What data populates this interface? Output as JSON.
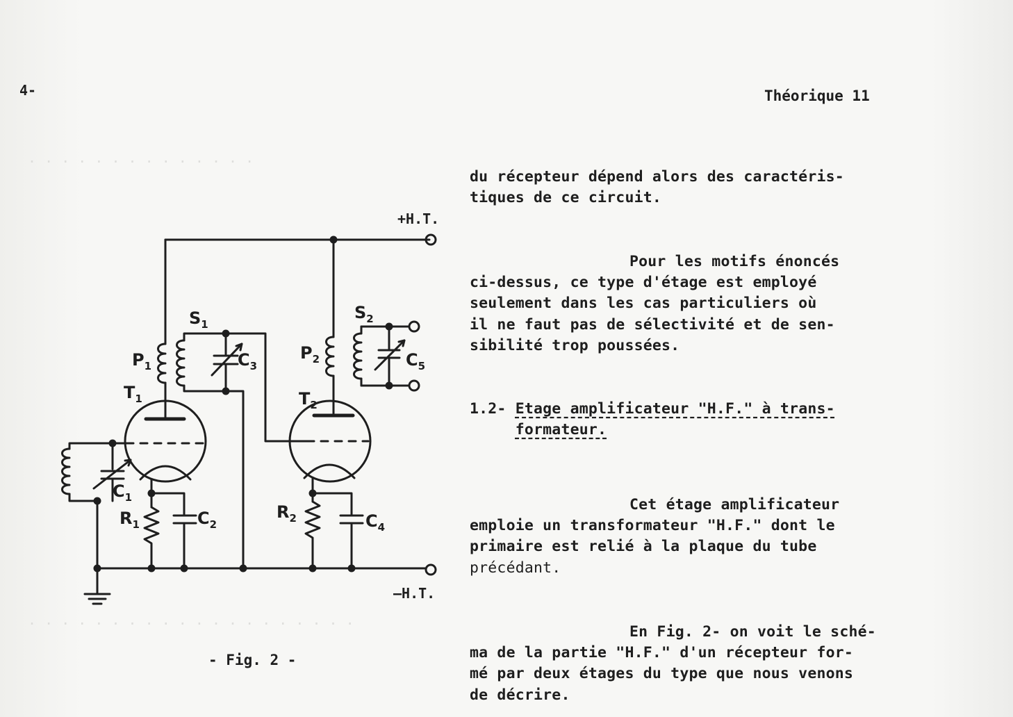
{
  "header": {
    "page_number": "4-",
    "running_head": "Théorique 11"
  },
  "paragraphs": {
    "p1_line1": "du récepteur dépend alors des caractéris-",
    "p1_line2": "tiques de ce circuit.",
    "p2_line1": "Pour les motifs énoncés",
    "p2_line2": "ci-dessus, ce type d'étage est employé",
    "p2_line3": "seulement dans les cas particuliers où",
    "p2_line4": "il ne faut pas de sélectivité et de sen-",
    "p2_line5": "sibilité trop poussées.",
    "section_number": "1.2-",
    "section_title_line1": "Etage amplificateur \"H.F.\" à trans-",
    "section_title_line2": "formateur.",
    "p4_line1": "Cet étage amplificateur",
    "p4_line2": "emploie un transformateur \"H.F.\" dont le",
    "p4_line3": "primaire est relié à la plaque du tube",
    "p4_line4": "précédant.",
    "p5_line1": "En Fig. 2- on voit le sché-",
    "p5_line2": "ma de la partie \"H.F.\" d'un récepteur for-",
    "p5_line3": "mé par deux étages du type que nous venons",
    "p5_line4": "de décrire."
  },
  "figure": {
    "caption": "- Fig. 2 -",
    "labels": {
      "plus_ht": "+H.T.",
      "minus_ht": "—H.T.",
      "S1": "S",
      "S1_sub": "1",
      "S2": "S",
      "S2_sub": "2",
      "P1": "P",
      "P1_sub": "1",
      "P2": "P",
      "P2_sub": "2",
      "T1": "T",
      "T1_sub": "1",
      "T2": "T",
      "T2_sub": "2",
      "C1": "C",
      "C1_sub": "1",
      "C2": "C",
      "C2_sub": "2",
      "C3": "C",
      "C3_sub": "3",
      "C4": "C",
      "C4_sub": "4",
      "C5": "C",
      "C5_sub": "5",
      "R1": "R",
      "R1_sub": "1",
      "R2": "R",
      "R2_sub": "2"
    }
  },
  "colors": {
    "ink": "#1e1e1e",
    "paper": "#f7f7f5",
    "bleed_through": "#d9d9d6"
  }
}
